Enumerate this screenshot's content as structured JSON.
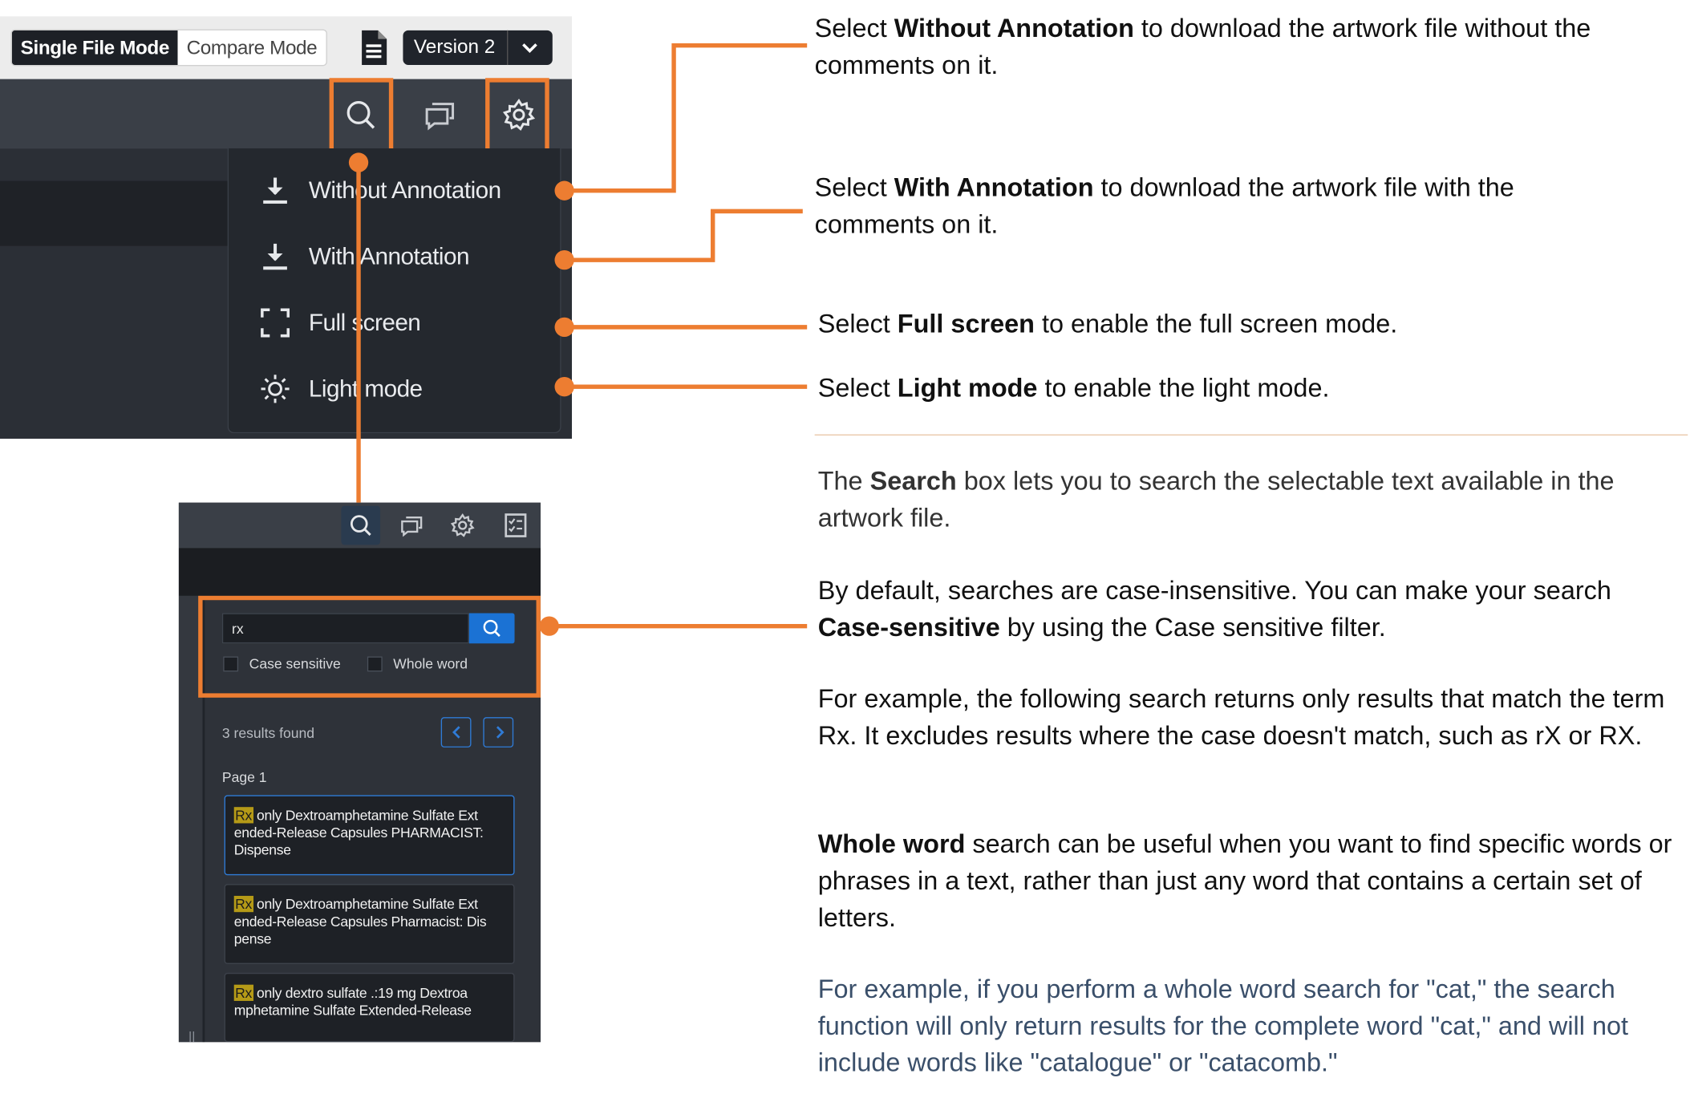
{
  "top_screenshot": {
    "mode_toggle": {
      "single_file_mode": "Single File Mode",
      "compare_mode": "Compare Mode"
    },
    "version_dropdown": {
      "selected": "Version 2"
    },
    "toolbar_icons": [
      "search-icon",
      "comments-icon",
      "settings-icon"
    ],
    "settings_menu": {
      "items": [
        {
          "label": "Without Annotation",
          "icon": "download-icon"
        },
        {
          "label": "With Annotation",
          "icon": "download-icon"
        },
        {
          "label": "Full screen",
          "icon": "fullscreen-icon"
        },
        {
          "label": "Light mode",
          "icon": "sun-icon"
        }
      ]
    }
  },
  "search_panel": {
    "toolbar_icons": [
      "search-icon",
      "comments-icon",
      "settings-icon",
      "checklist-icon"
    ],
    "search_value": "rx",
    "filters": {
      "case_sensitive": "Case sensitive",
      "whole_word": "Whole word"
    },
    "results_count": "3 results found",
    "page_label": "Page 1",
    "results": [
      {
        "highlight": "Rx",
        "text": " only Dextroamphetamine Sulfate Ext ended-Release Capsules PHARMACIST: Dispense"
      },
      {
        "highlight": "Rx",
        "text": " only Dextroamphetamine Sulfate Ext ended-Release Capsules Pharmacist: Dis pense"
      },
      {
        "highlight": "Rx",
        "text": " only dextro sulfate .:19 mg Dextroa mphetamine Sulfate Extended-Release"
      }
    ]
  },
  "descriptions": {
    "without_annotation": {
      "pre": "Select ",
      "bold": "Without Annotation",
      "post": " to download the artwork file without the comments on it."
    },
    "with_annotation": {
      "pre": "Select ",
      "bold": "With Annotation",
      "post": " to download the artwork file with the comments on it."
    },
    "full_screen": {
      "pre": "Select ",
      "bold": "Full screen",
      "post": " to enable the full screen mode."
    },
    "light_mode": {
      "pre": "Select ",
      "bold": "Light mode",
      "post": " to enable the light mode."
    }
  },
  "search_help": {
    "p1": {
      "pre": "The ",
      "bold": "Search",
      "post": " box lets you to search the selectable text available in the artwork file."
    },
    "p2": {
      "pre": "By default, searches are case-insensitive. You can make your search ",
      "bold": "Case-sensitive",
      "post": " by using the Case sensitive filter."
    },
    "p3": "For example, the following search returns only results that match the term Rx. It excludes results where the case doesn't match, such as rX or RX.",
    "p4": {
      "bold": "Whole word",
      "post": " search can be useful when you want to find specific words or phrases in a text, rather than just any word that contains a certain set of letters."
    },
    "p5": "For example, if you perform a whole word search for \"cat,\" the search function will only return results for the complete word \"cat,\" and will not include words like \"catalogue\" or \"catacomb.\""
  },
  "colors": {
    "callout_orange": "#ed7d31",
    "accent_blue": "#1b72d4",
    "dark_bg": "#2b2f36",
    "highlight": "#b59a17"
  }
}
